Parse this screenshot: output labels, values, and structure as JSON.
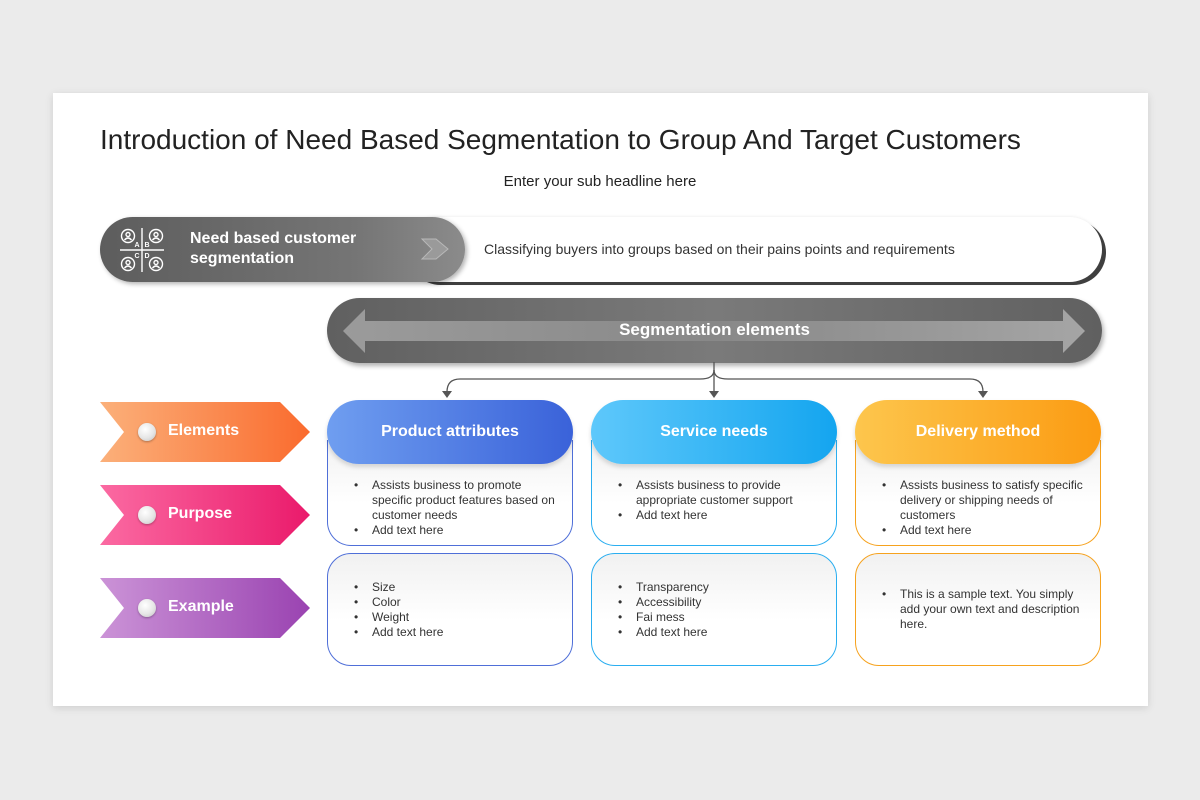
{
  "title": "Introduction of Need Based Segmentation to Group And Target Customers",
  "subtitle": "Enter your sub headline here",
  "top_bar": {
    "label": "Need based customer segmentation",
    "description": "Classifying buyers into groups based on their pains points and requirements",
    "icon_letters": [
      "A",
      "B",
      "C",
      "D"
    ]
  },
  "segmentation_label": "Segmentation elements",
  "rows": [
    {
      "label": "Elements",
      "color_start": "#fbb07a",
      "color_end": "#fa6b2e"
    },
    {
      "label": "Purpose",
      "color_start": "#fb6aa2",
      "color_end": "#ea1a6b"
    },
    {
      "label": "Example",
      "color_start": "#cb93d7",
      "color_end": "#9a43b1"
    }
  ],
  "columns": [
    {
      "header": "Product attributes",
      "color_start": "#6f9ef0",
      "color_end": "#3a62d9",
      "border": "#4f6fd8",
      "purpose": [
        "Assists business to promote specific product features based on customer needs",
        "Add text here"
      ],
      "example": [
        "Size",
        "Color",
        "Weight",
        "Add text here"
      ]
    },
    {
      "header": "Service needs",
      "color_start": "#5ec8fb",
      "color_end": "#14a5ef",
      "border": "#2aaef0",
      "purpose": [
        "Assists business to provide appropriate customer support",
        "Add text here"
      ],
      "example": [
        "Transparency",
        "Accessibility",
        "Fai mess",
        "Add text here"
      ]
    },
    {
      "header": "Delivery method",
      "color_start": "#fdc64d",
      "color_end": "#fb9b12",
      "border": "#f6a21e",
      "purpose": [
        "Assists business to satisfy specific delivery or shipping needs of customers",
        "Add text here"
      ],
      "example": [
        "This is a sample text. You simply add your own text and description here."
      ]
    }
  ]
}
